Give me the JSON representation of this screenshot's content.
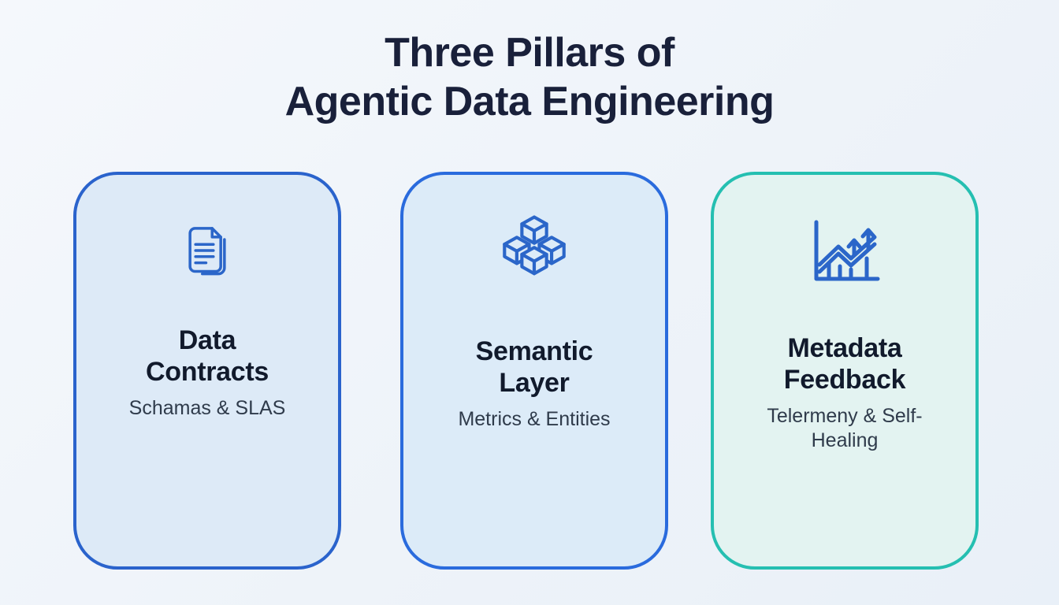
{
  "page": {
    "title_line1": "Three Pillars of",
    "title_line2": "Agentic Data Engineering",
    "title_color": "#19203a",
    "background_color": "#eef3f9"
  },
  "cards": [
    {
      "title_line1": "Data",
      "title_line2": "Contracts",
      "subtitle": "Schamas & SLAS",
      "icon": "document-copy-icon",
      "border_color": "#2a63cc",
      "bg_color": "#ddeaf7",
      "icon_color": "#2b66c9"
    },
    {
      "title_line1": "Semantic",
      "title_line2": "Layer",
      "subtitle": "Metrics & Entities",
      "icon": "cubes-icon",
      "border_color": "#2a6bdd",
      "bg_color": "#dcebf8",
      "icon_color": "#2b66c9"
    },
    {
      "title_line1": "Metadata",
      "title_line2": "Feedback",
      "subtitle": "Telermeny & Self-Healing",
      "icon": "trend-chart-icon",
      "border_color": "#25bfb1",
      "bg_color": "#e3f3f1",
      "icon_color": "#2b66c9"
    }
  ]
}
